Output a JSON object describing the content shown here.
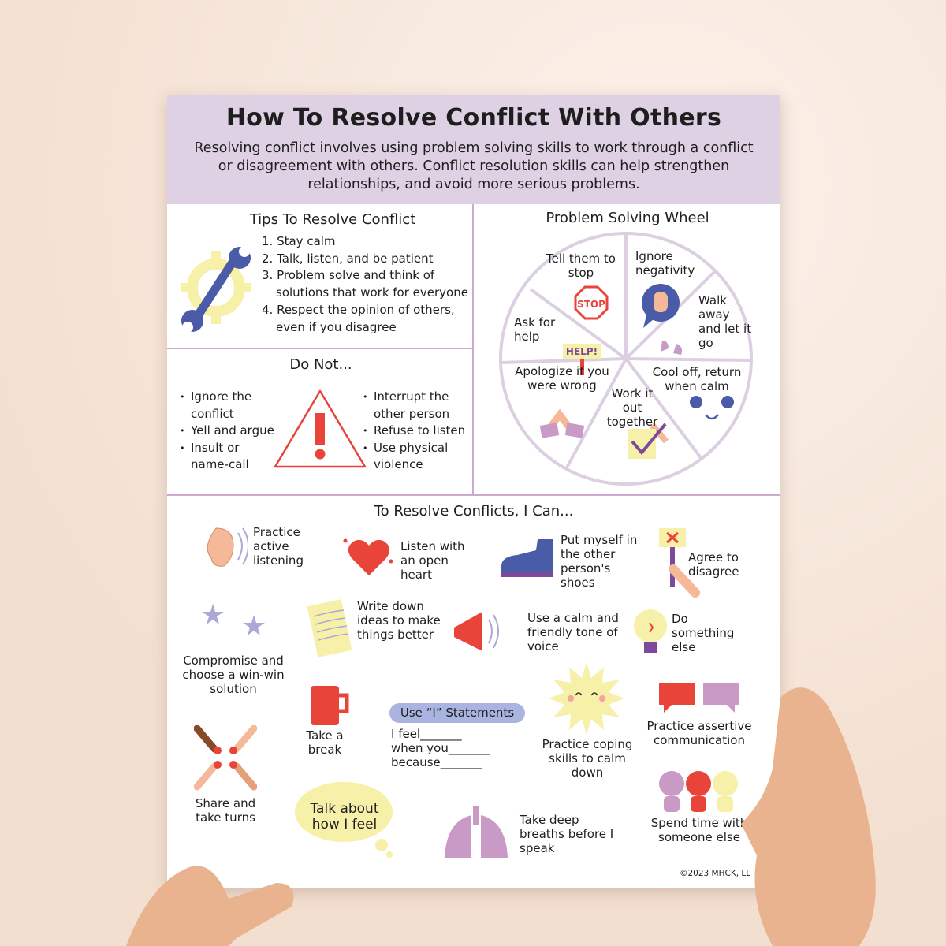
{
  "title": "How To Resolve Conflict With Others",
  "intro": "Resolving conflict involves using problem solving skills to work through a conflict or disagreement with others.  Conflict resolution skills can help strengthen relationships, and avoid more serious problems.",
  "tips": {
    "heading": "Tips To Resolve Conflict",
    "items": [
      "1.  Stay calm",
      "2. Talk, listen, and be patient",
      "3. Problem solve and think of solutions that work for everyone",
      "4. Respect the opinion of others, even if you disagree"
    ]
  },
  "donot": {
    "heading": "Do Not...",
    "left": [
      "Ignore the conflict",
      "Yell and argue",
      "Insult or name-call"
    ],
    "right": [
      "Interrupt the other person",
      "Refuse to listen",
      "Use physical violence"
    ]
  },
  "wheel": {
    "heading": "Problem Solving Wheel",
    "segments": [
      "Tell them to stop",
      "Ignore negativity",
      "Walk away and let it go",
      "Cool off, return when calm",
      "Work it out together",
      "Apologize if you were wrong",
      "Ask for help"
    ],
    "stop_sign": "STOP",
    "help_sign": "HELP!"
  },
  "resolve": {
    "heading": "To Resolve Conflicts, I Can...",
    "items": [
      "Practice active listening",
      "Listen with an open heart",
      "Put myself in the other person's shoes",
      "Agree to disagree",
      "Compromise and choose a win-win solution",
      "Write down ideas to make things better",
      "Use a calm and friendly tone of voice",
      "Do something else",
      "Take a break",
      "Practice coping skills to calm down",
      "Practice assertive communication",
      "Share and take turns",
      "Talk about how I feel",
      "Take deep breaths before I speak",
      "Spend time with someone else"
    ],
    "i_statements": {
      "label": "Use “I” Statements",
      "lines": [
        "I feel_______",
        "when you_______",
        "because_______"
      ]
    }
  },
  "copyright": "©2023 MHCK, LL",
  "colors": {
    "lavender": "#ddd1e3",
    "divider": "#cda8d0",
    "red": "#e8443a",
    "blue": "#4a5ba8",
    "yellow": "#f7f0a8",
    "purple": "#c99ac6"
  }
}
